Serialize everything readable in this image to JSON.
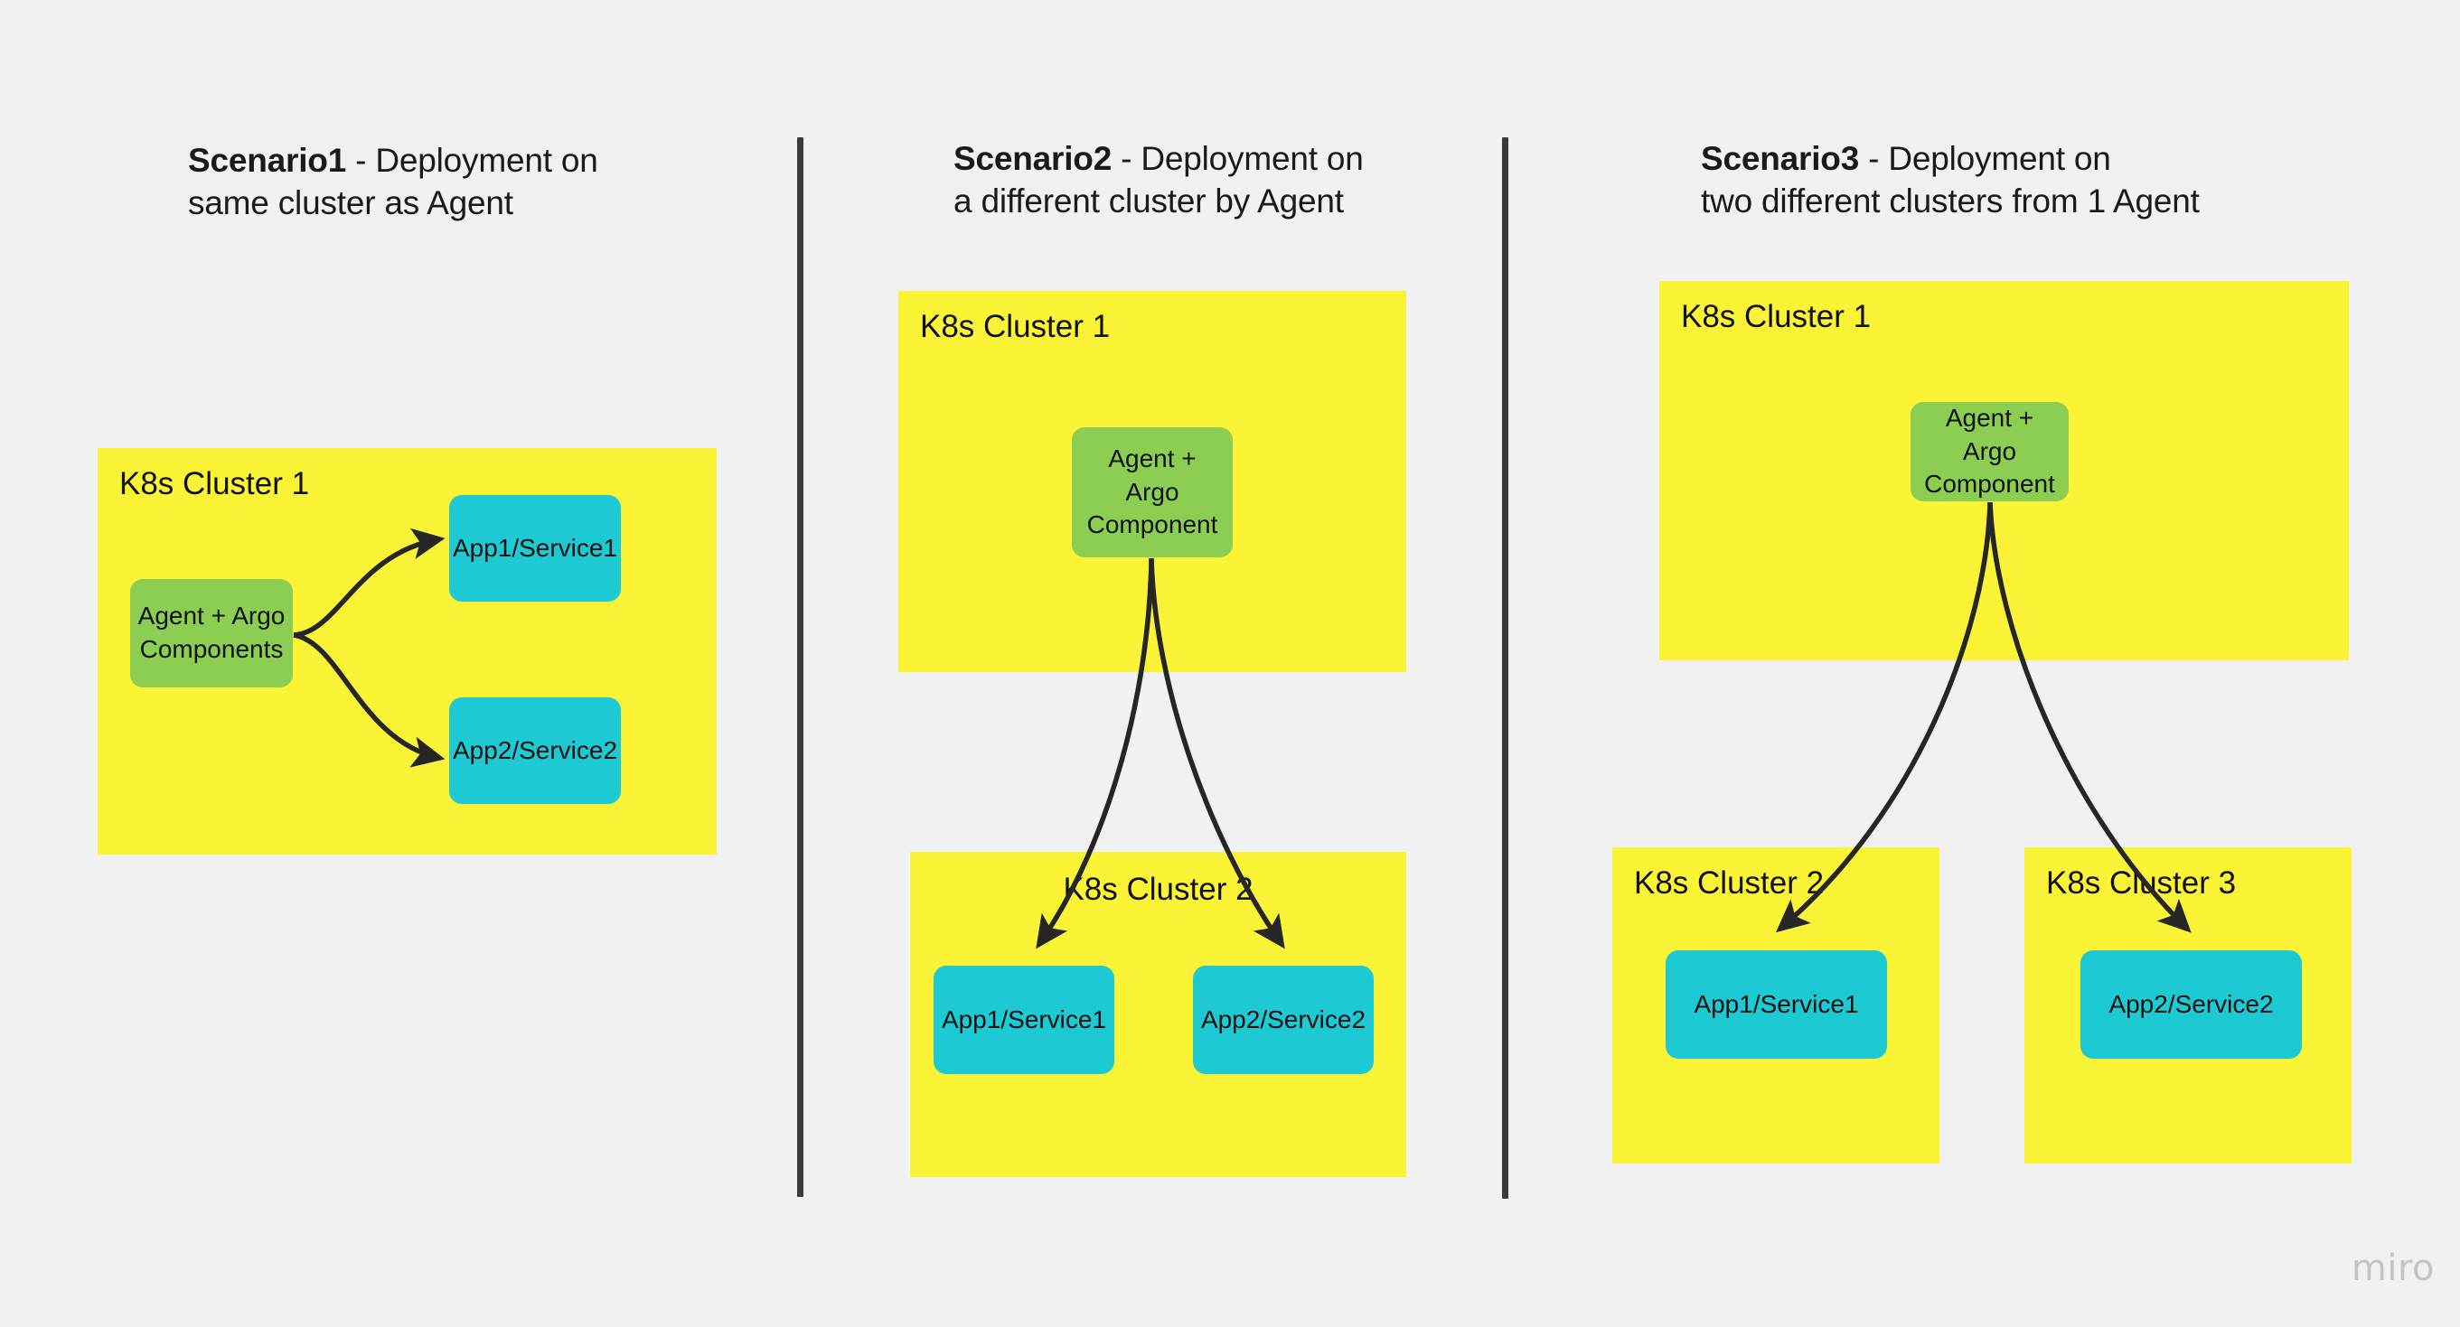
{
  "board": {
    "background_color": "#f1f1f1",
    "watermark": "miro"
  },
  "palette": {
    "cluster_yellow": "#FAF336",
    "agent_green": "#8CCE52",
    "app_cyan": "#1DCAD3",
    "line_black": "#262626",
    "text_black": "#111111",
    "divider_gray": "#3b3b3b"
  },
  "scenarios": [
    {
      "id": "scenario1",
      "title_lead": "Scenario1",
      "title_rest": " - Deployment on\nsame cluster as Agent",
      "clusters": [
        {
          "id": "s1-cluster1",
          "label": "K8s Cluster 1",
          "label_align": "left"
        }
      ],
      "nodes": [
        {
          "id": "s1-agent",
          "label": "Agent + Argo\nComponents",
          "type": "agent"
        },
        {
          "id": "s1-app1",
          "label": "App1/Service1",
          "type": "app"
        },
        {
          "id": "s1-app2",
          "label": "App2/Service2",
          "type": "app"
        }
      ]
    },
    {
      "id": "scenario2",
      "title_lead": "Scenario2",
      "title_rest": " - Deployment on\na different cluster by Agent",
      "clusters": [
        {
          "id": "s2-cluster1",
          "label": "K8s Cluster 1",
          "label_align": "left"
        },
        {
          "id": "s2-cluster2",
          "label": "K8s Cluster 2",
          "label_align": "center"
        }
      ],
      "nodes": [
        {
          "id": "s2-agent",
          "label": "Agent +\nArgo\nComponent",
          "type": "agent"
        },
        {
          "id": "s2-app1",
          "label": "App1/Service1",
          "type": "app"
        },
        {
          "id": "s2-app2",
          "label": "App2/Service2",
          "type": "app"
        }
      ]
    },
    {
      "id": "scenario3",
      "title_lead": "Scenario3",
      "title_rest": " - Deployment on\ntwo different clusters from 1 Agent",
      "clusters": [
        {
          "id": "s3-cluster1",
          "label": "K8s Cluster 1",
          "label_align": "left"
        },
        {
          "id": "s3-cluster2",
          "label": "K8s Cluster 2",
          "label_align": "left"
        },
        {
          "id": "s3-cluster3",
          "label": "K8s Cluster 3",
          "label_align": "left"
        }
      ],
      "nodes": [
        {
          "id": "s3-agent",
          "label": "Agent +\nArgo\nComponent",
          "type": "agent"
        },
        {
          "id": "s3-app1",
          "label": "App1/Service1",
          "type": "app"
        },
        {
          "id": "s3-app2",
          "label": "App2/Service2",
          "type": "app"
        }
      ]
    }
  ]
}
